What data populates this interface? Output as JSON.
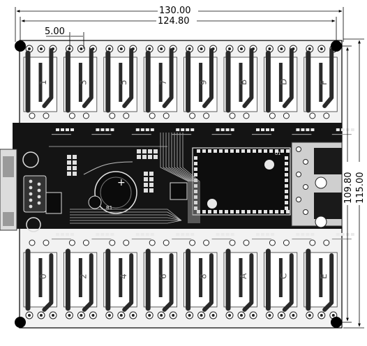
{
  "dimensions": {
    "overall_width": "130.00",
    "inner_width": "124.80",
    "pitch": "5.00",
    "inner_height": "109.80",
    "overall_height": "115.00"
  },
  "relays": {
    "top_labels": [
      "1",
      "3",
      "5",
      "7",
      "9",
      "B",
      "D",
      "F"
    ],
    "bottom_labels": [
      "0",
      "2",
      "4",
      "6",
      "8",
      "A",
      "C",
      "E"
    ]
  },
  "components": {
    "battery": "B1",
    "main_ic": "U1"
  },
  "colors": {
    "board": "#111111",
    "pad_area": "#ececec",
    "trace": "#2a2a2a",
    "silk": "#ffffff",
    "copper_dark": "#000000",
    "dimension_line": "#000000"
  }
}
